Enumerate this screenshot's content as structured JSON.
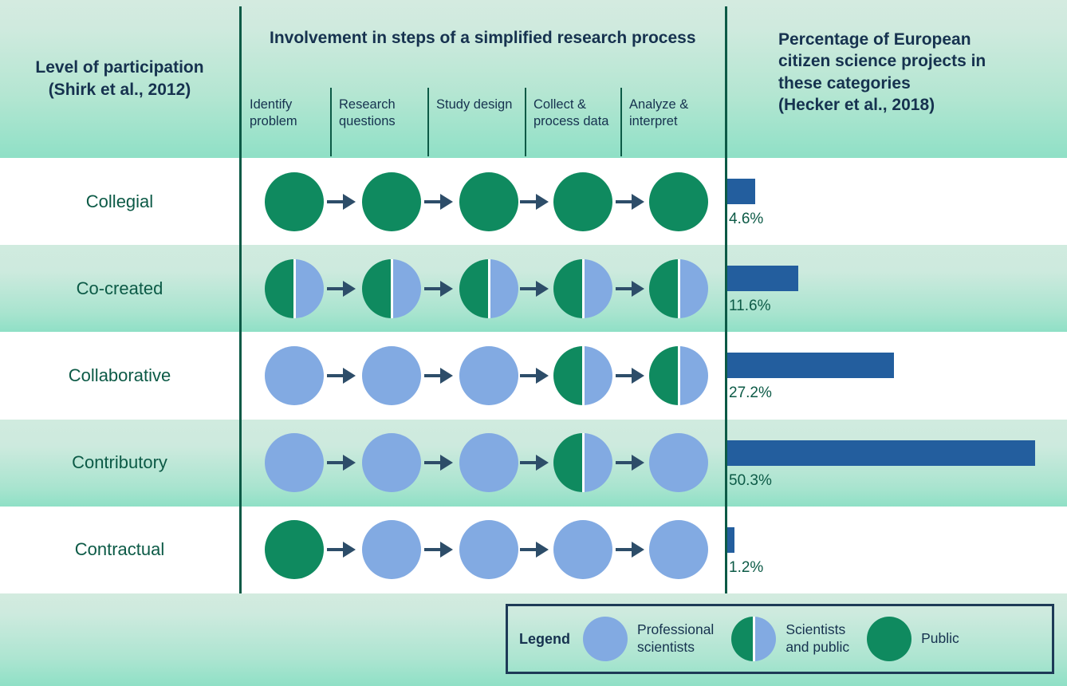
{
  "colors": {
    "green": "#0f8a5f",
    "blue": "#82aae2",
    "bar_blue": "#235e9e",
    "rule": "#0c5a46",
    "text_navy": "#16324f",
    "text_green": "#0c5a46",
    "arrow": "#2d4d69",
    "tint_top": "#d0ebdf",
    "tint_bottom": "#8fe0c6"
  },
  "header": {
    "left_title": "Level of participation\n(Shirk et al., 2012)",
    "left_title_line1": "Level of participation",
    "left_title_line2": "(Shirk et al., 2012)",
    "middle_title": "Involvement in steps of a simplified research process",
    "right_title_line1": "Percentage of European",
    "right_title_line2": "citizen science projects in",
    "right_title_line3": "these categories",
    "right_title_line4": "(Hecker et al., 2018)",
    "steps": [
      "Identify problem",
      "Research questions",
      "Study design",
      "Collect & process data",
      "Analyze & interpret"
    ]
  },
  "chart_data": {
    "type": "bar",
    "title": "Percentage of European citizen science projects in these categories (Hecker et al., 2018)",
    "xlabel": "",
    "ylabel": "Level of participation (Shirk et al., 2012)",
    "categories": [
      "Collegial",
      "Co-created",
      "Collaborative",
      "Contributory",
      "Contractual"
    ],
    "values": [
      4.6,
      11.6,
      27.2,
      50.3,
      1.2
    ],
    "value_labels": [
      "4.6%",
      "11.6%",
      "27.2%",
      "50.3%",
      "1.2%"
    ],
    "xlim": [
      0,
      52
    ],
    "grid": false,
    "legend_position": "bottom-right",
    "orientation": "horizontal"
  },
  "rows": [
    {
      "label": "Collegial",
      "shade": "white",
      "bar_value": 4.6,
      "bar_label": "4.6%",
      "nodes": [
        "public",
        "public",
        "public",
        "public",
        "public"
      ]
    },
    {
      "label": "Co-created",
      "shade": "tint",
      "bar_value": 11.6,
      "bar_label": "11.6%",
      "nodes": [
        "both",
        "both",
        "both",
        "both",
        "both"
      ]
    },
    {
      "label": "Collaborative",
      "shade": "white",
      "bar_value": 27.2,
      "bar_label": "27.2%",
      "nodes": [
        "scientists",
        "scientists",
        "scientists",
        "both",
        "both"
      ]
    },
    {
      "label": "Contributory",
      "shade": "tint",
      "bar_value": 50.3,
      "bar_label": "50.3%",
      "nodes": [
        "scientists",
        "scientists",
        "scientists",
        "both",
        "scientists"
      ]
    },
    {
      "label": "Contractual",
      "shade": "white",
      "bar_value": 1.2,
      "bar_label": "1.2%",
      "nodes": [
        "public",
        "scientists",
        "scientists",
        "scientists",
        "scientists"
      ]
    }
  ],
  "legend": {
    "title": "Legend",
    "items": [
      {
        "type": "scientists",
        "label_line1": "Professional",
        "label_line2": "scientists"
      },
      {
        "type": "both",
        "label_line1": "Scientists",
        "label_line2": "and public"
      },
      {
        "type": "public",
        "label_line1": "Public",
        "label_line2": ""
      }
    ]
  }
}
